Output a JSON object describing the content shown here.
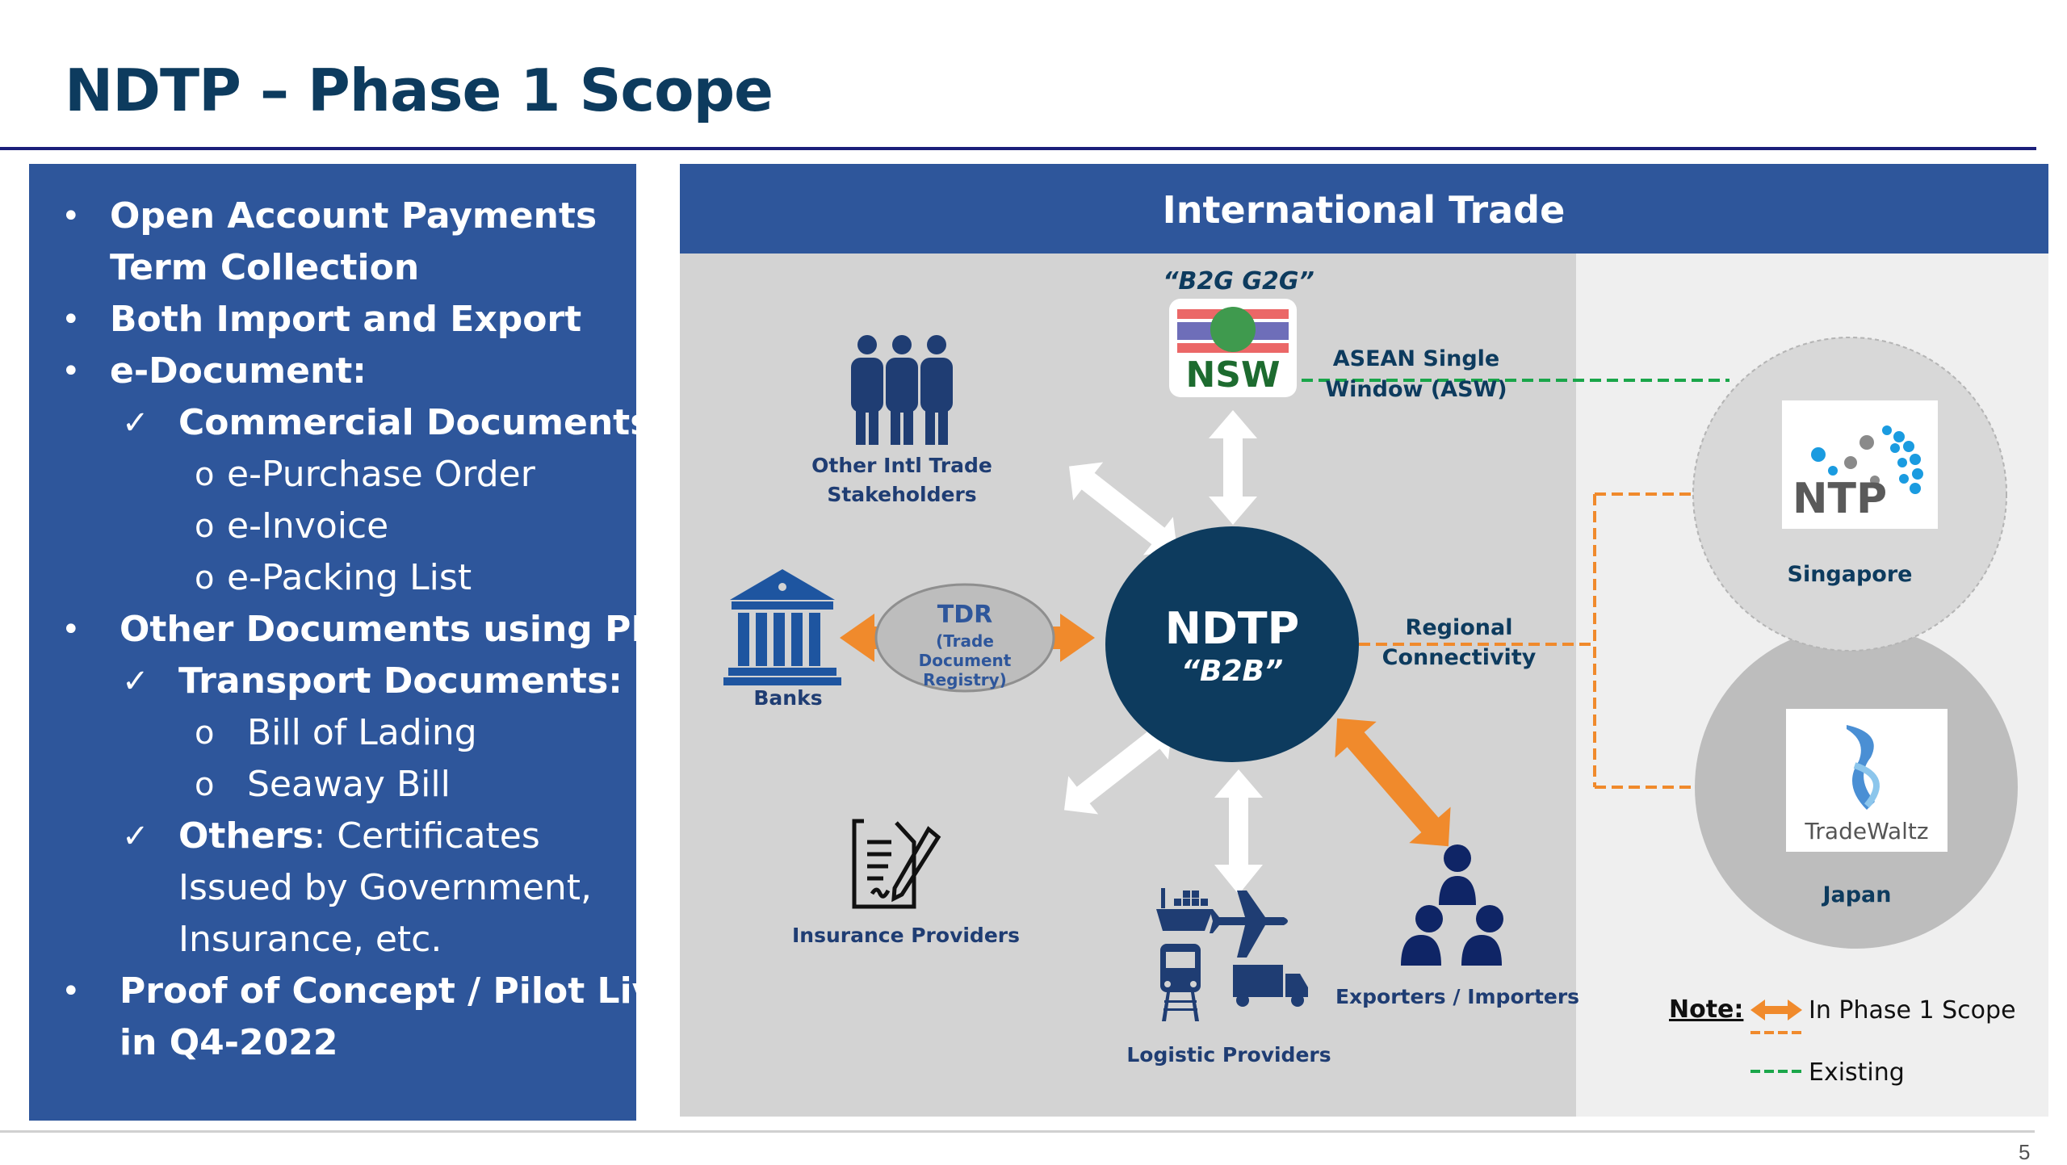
{
  "slide": {
    "title": "NDTP – Phase 1 Scope",
    "page_number": "5"
  },
  "scope_list": {
    "items": [
      {
        "marker": "•",
        "text": "Open Account Payments",
        "level": 1,
        "bold": true
      },
      {
        "marker": "",
        "text": "Term Collection",
        "level": 1,
        "bold": true
      },
      {
        "marker": "•",
        "text": "Both Import and Export",
        "level": 1,
        "bold": true
      },
      {
        "marker": "•",
        "text": "e-Document:",
        "level": 1,
        "bold": true
      },
      {
        "marker": "✓",
        "text": "Commercial Documents:",
        "level": 2,
        "bold": true
      },
      {
        "marker": "o",
        "text": "e-Purchase Order",
        "level": 3,
        "bold": false
      },
      {
        "marker": "o",
        "text": "e-Invoice",
        "level": 3,
        "bold": false
      },
      {
        "marker": "o",
        "text": "e-Packing List",
        "level": 3,
        "bold": false
      },
      {
        "marker": "•",
        "text": "Other Documents using PDF",
        "level": 1,
        "bold": true
      },
      {
        "marker": "✓",
        "text": "Transport Documents:",
        "level": 2,
        "bold": true
      },
      {
        "marker": "o",
        "text": "Bill of Lading",
        "level": 3,
        "bold": false
      },
      {
        "marker": "o",
        "text": "Seaway Bill",
        "level": 3,
        "bold": false
      },
      {
        "marker": "✓",
        "text_bold": "Others",
        "text": ": Certificates",
        "level": 2,
        "bold": false
      },
      {
        "marker": "",
        "text": "Issued by Government,",
        "level": 2,
        "bold": false
      },
      {
        "marker": "",
        "text": "Insurance, etc.",
        "level": 2,
        "bold": false
      },
      {
        "marker": "•",
        "text": "Proof of Concept / Pilot Live",
        "level": 1,
        "bold": true
      },
      {
        "marker": "",
        "text": "in Q4-2022",
        "level": 1,
        "bold": true
      }
    ]
  },
  "diagram": {
    "header": "International Trade",
    "center": {
      "title": "NDTP",
      "subtitle": "“B2B”"
    },
    "tdr": {
      "title": "TDR",
      "line1": "(Trade",
      "line2": "Document",
      "line3": "Registry)"
    },
    "nsw": {
      "label": "“B2G G2G”",
      "logo_text": "NSW",
      "logo_icon": "nsw-logo"
    },
    "asw": {
      "line1": "ASEAN Single",
      "line2": "Window (ASW)"
    },
    "regional": {
      "line1": "Regional",
      "line2": "Connectivity"
    },
    "stakeholders": [
      {
        "id": "other-intl",
        "line1": "Other Intl Trade",
        "line2": "Stakeholders",
        "icon": "people-group-icon",
        "link": "existing-white"
      },
      {
        "id": "banks",
        "line1": "Banks",
        "icon": "bank-icon",
        "link": "phase1-orange"
      },
      {
        "id": "insurance",
        "line1": "Insurance Providers",
        "icon": "document-signature-icon",
        "link": "existing-white"
      },
      {
        "id": "logistic",
        "line1": "Logistic Providers",
        "icon": "transport-modes-icon",
        "link": "existing-white"
      },
      {
        "id": "exporters",
        "line1": "Exporters / Importers",
        "icon": "org-hierarchy-icon",
        "link": "phase1-orange"
      }
    ],
    "partners": [
      {
        "country": "Singapore",
        "logo": "NTP"
      },
      {
        "country": "Japan",
        "logo": "TradeWaltz"
      }
    ],
    "legend": {
      "title": "Note:",
      "items": [
        {
          "label": "In Phase 1 Scope",
          "style": "orange arrow / orange dashed"
        },
        {
          "label": "Existing",
          "style": "green dashed"
        }
      ]
    },
    "colors": {
      "navy": "#0d3b5e",
      "panel_blue": "#2e569b",
      "orange": "#f08a2c",
      "green": "#1aa64a",
      "gray_area": "#d3d3d3",
      "light_area": "#efefef"
    }
  }
}
